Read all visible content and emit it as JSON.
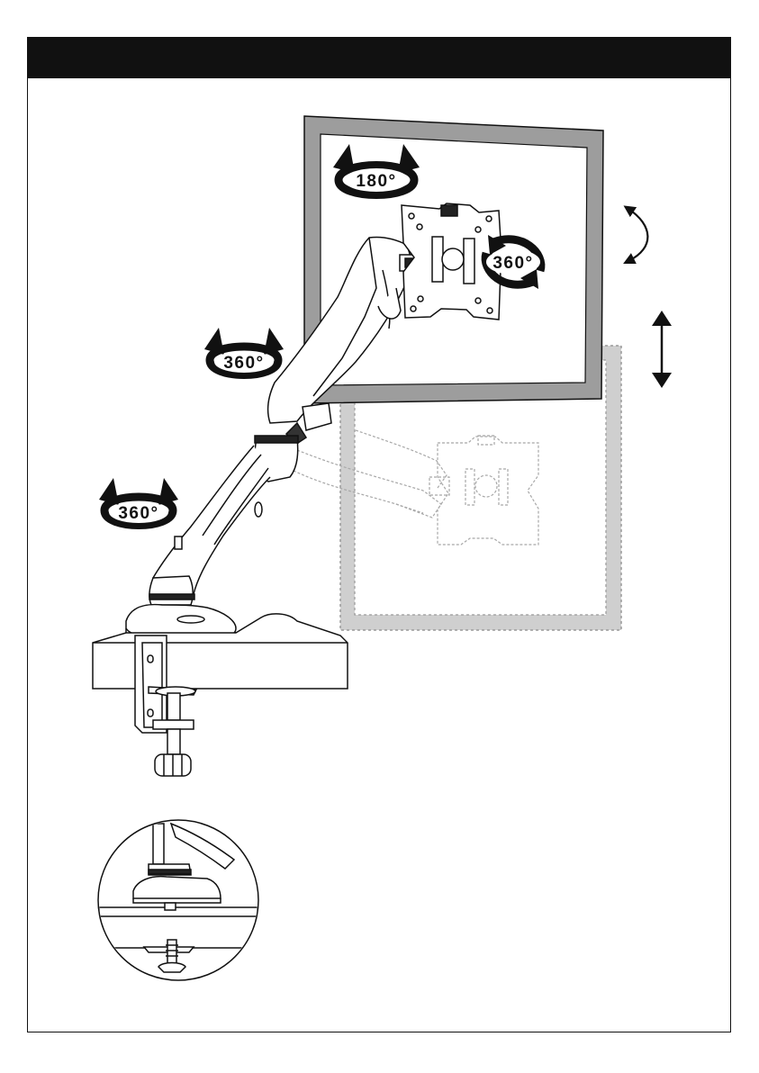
{
  "header": {
    "title": "",
    "color": "#111111"
  },
  "rotation_labels": {
    "tilt": "180°",
    "swivel": "360°",
    "upper_arm": "360°",
    "lower_arm": "360°"
  },
  "colors": {
    "line": "#111111",
    "monitor_frame": "#999999",
    "ghost_frame": "#c8c8c8",
    "ghost_line": "#9a9a9a"
  },
  "icons": [
    "rotate-180-icon",
    "rotate-360-icon",
    "tilt-arc-arrow-icon",
    "height-double-arrow-icon"
  ]
}
